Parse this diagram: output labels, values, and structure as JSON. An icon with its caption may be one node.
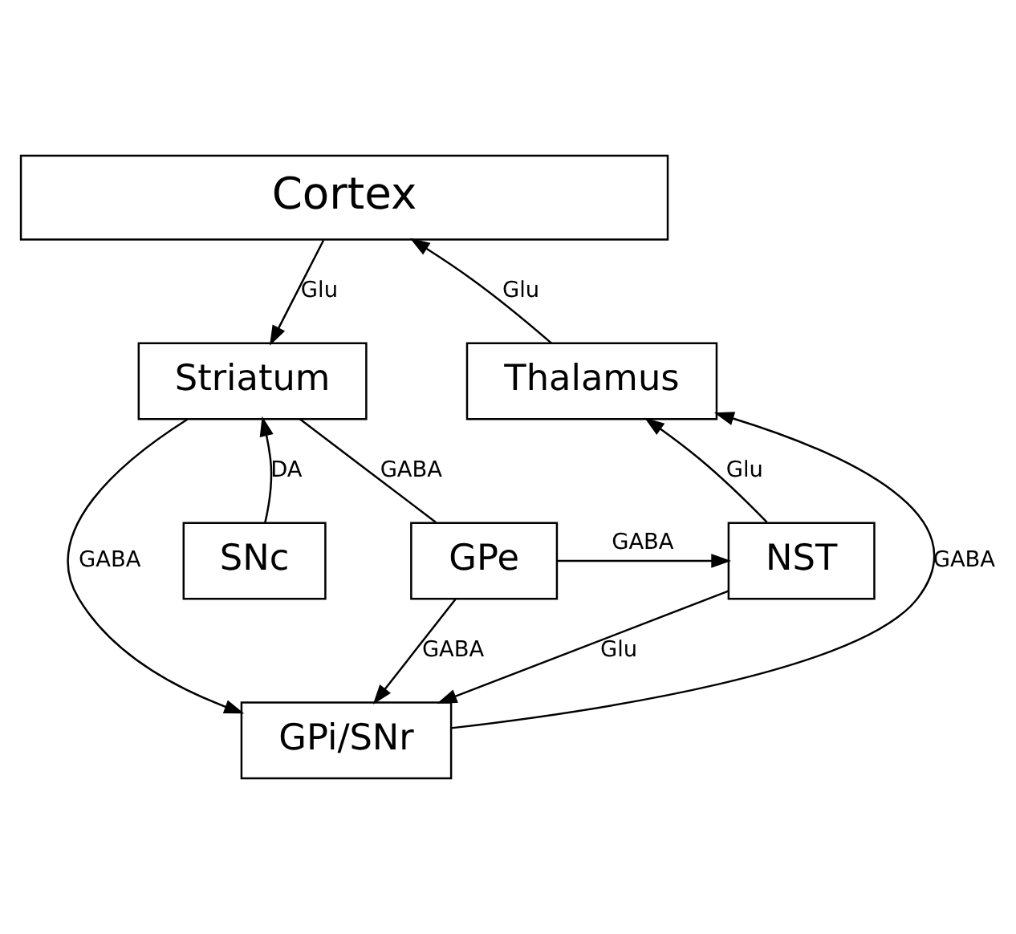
{
  "diagram": {
    "nodes": [
      {
        "text": [
          "Cortex"
        ]
      },
      {
        "text": [
          "Striatum"
        ]
      },
      {
        "text": [
          "Thalamus"
        ]
      },
      {
        "text": [
          "SNc"
        ]
      },
      {
        "text": [
          "GPe"
        ]
      },
      {
        "text": [
          "NST"
        ]
      },
      {
        "text": [
          "GPi/SNr"
        ]
      }
    ],
    "edges": [
      {
        "from": 0,
        "to": 1,
        "arrow": "to",
        "label": "Glu"
      },
      {
        "from": 2,
        "to": 0,
        "arrow": "to",
        "label": "Glu"
      },
      {
        "from": 3,
        "to": 1,
        "arrow": "to",
        "label": "DA"
      },
      {
        "from": 1,
        "to": 6,
        "arrow": "to",
        "label": "GABA"
      },
      {
        "from": 1,
        "to": 4,
        "arrow": "none",
        "label": "GABA"
      },
      {
        "from": 4,
        "to": 5,
        "arrow": "to",
        "label": "GABA"
      },
      {
        "from": 5,
        "to": 2,
        "arrow": "to",
        "label": "Glu"
      },
      {
        "from": 4,
        "to": 6,
        "arrow": "to",
        "label": "GABA"
      },
      {
        "from": 5,
        "to": 6,
        "arrow": "to",
        "label": "Glu"
      },
      {
        "from": 6,
        "to": 2,
        "arrow": "to",
        "label": "GABA"
      }
    ]
  }
}
